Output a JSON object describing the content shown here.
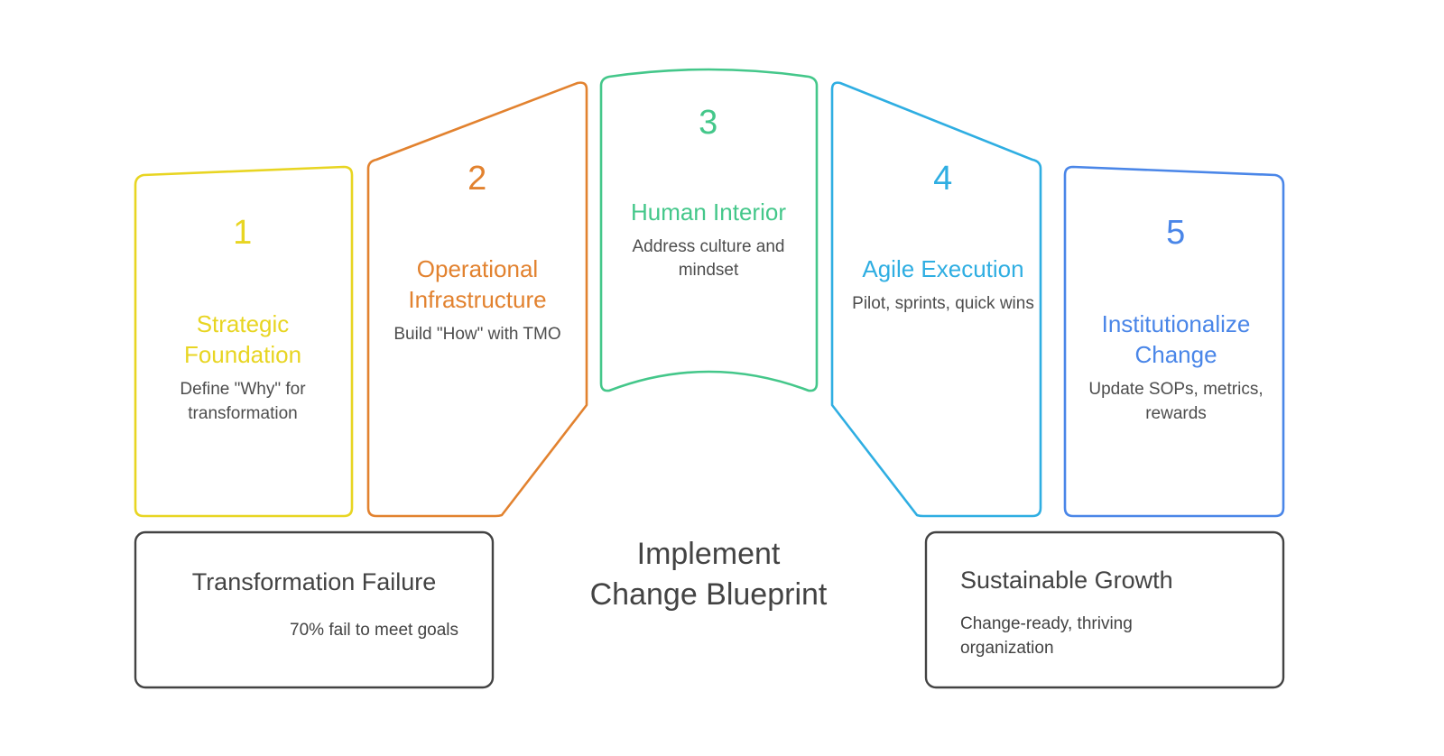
{
  "diagram": {
    "center_title": "Implement\nChange Blueprint",
    "colors": {
      "step1": "#E8D522",
      "step2": "#E2822F",
      "step3": "#44C78A",
      "step4": "#2FAEE2",
      "step5": "#4A86E8",
      "outcome_border": "#434343",
      "body_text": "#4d4d4d",
      "background": "#ffffff"
    },
    "steps": [
      {
        "number": "1",
        "title": "Strategic Foundation",
        "description": "Define \"Why\" for transformation",
        "color": "#E8D522",
        "shape": "left-trapezoid"
      },
      {
        "number": "2",
        "title": "Operational Infrastructure",
        "description": "Build \"How\" with TMO",
        "color": "#E2822F",
        "shape": "left-wing"
      },
      {
        "number": "3",
        "title": "Human Interior",
        "description": "Address culture and mindset",
        "color": "#44C78A",
        "shape": "arched-banner"
      },
      {
        "number": "4",
        "title": "Agile Execution",
        "description": "Pilot, sprints, quick wins",
        "color": "#2FAEE2",
        "shape": "right-wing"
      },
      {
        "number": "5",
        "title": "Institutionalize Change",
        "description": "Update SOPs, metrics, rewards",
        "color": "#4A86E8",
        "shape": "right-trapezoid"
      }
    ],
    "outcomes": [
      {
        "id": "failure",
        "title": "Transformation Failure",
        "description": "70% fail to meet goals"
      },
      {
        "id": "growth",
        "title": "Sustainable Growth",
        "description": "Change-ready, thriving organization"
      }
    ]
  }
}
